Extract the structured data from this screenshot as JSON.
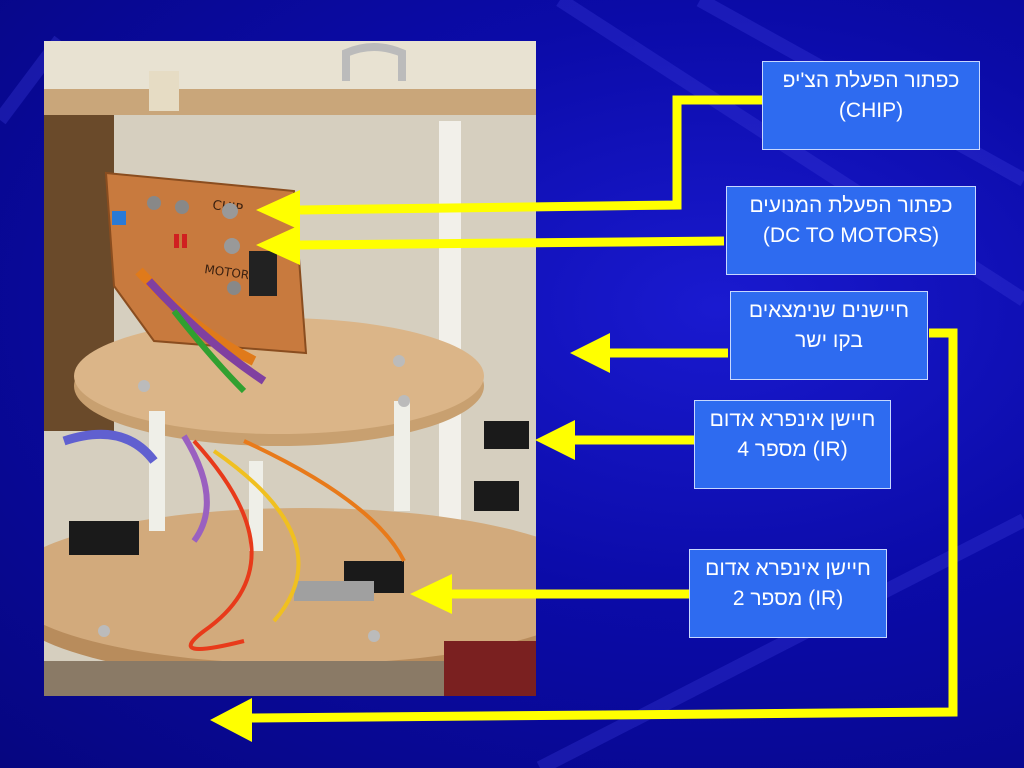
{
  "labels": [
    {
      "line1": "כפתור הפעלת הצ'יפ",
      "line2": "(CHIP)"
    },
    {
      "line1": "כפתור הפעלת המנועים",
      "line2": "(DC TO MOTORS)"
    },
    {
      "line1": "חיישנים שנימצאים",
      "line2": "בקו ישר"
    },
    {
      "line1": "חיישן אינפרא אדום",
      "line2": "(IR) מספר 4"
    },
    {
      "line1": "חיישן אינפרא אדום",
      "line2": "(IR) מספר 2"
    }
  ],
  "photo": {
    "board_text_1": "CHIP",
    "board_text_2": "MOTOR"
  },
  "colors": {
    "arrow": "#ffff00",
    "label_bg": "#2e6bf0",
    "background": "#0b0ba8"
  }
}
